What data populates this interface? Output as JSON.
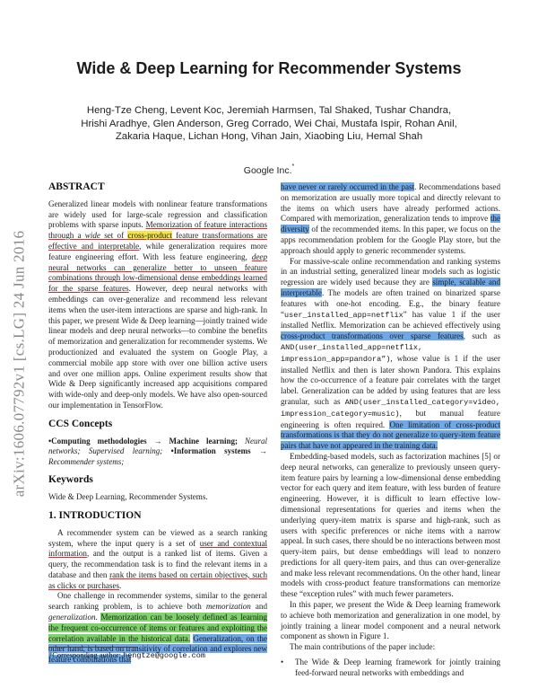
{
  "arxiv_stamp": "arXiv:1606.07792v1 [cs.LG] 24 Jun 2016",
  "title": "Wide & Deep Learning for Recommender Systems",
  "authors": {
    "line1": "Heng-Tze Cheng, Levent Koc, Jeremiah Harmsen, Tal Shaked, Tushar Chandra,",
    "line2": "Hrishi Aradhye, Glen Anderson, Greg Corrado, Wei Chai, Mustafa Ispir, Rohan Anil,",
    "line3": "Zakaria Haque, Lichan Hong, Vihan Jain, Xiaobing Liu, Hemal Shah"
  },
  "affiliation": "Google Inc.",
  "affiliation_mark": "*",
  "abstract": {
    "heading": "ABSTRACT",
    "p1": "Generalized linear models with nonlinear feature transformations are widely used for large-scale regression and classification problems with sparse inputs. ",
    "u1a": "Memorization of feature interactions through a ",
    "u1b": "wide",
    "u1c": " set of ",
    "u1d": "cross-product",
    "u1e": " feature transformations are effective and interpretable",
    "p2": ", while generalization requires more feature engineering effort. With less feature engineering, ",
    "u2a": "deep",
    "u2b": " neural networks can generalize better to unseen feature combinations through low-dimensional dense embeddings learned for the sparse features",
    "p3": ". However, deep neural networks with embeddings can over-generalize and recommend less relevant items when the user-item interactions are sparse and high-rank. In this paper, we present Wide & Deep learning—jointly trained wide linear models and deep neural networks—to combine the benefits of memorization and generalization for recommender systems. We productionized and evaluated the system on Google Play, a commercial mobile app store with over one billion active users and over one million apps. Online experiment results show that Wide & Deep significantly increased app acquisitions compared with wide-only and deep-only models. We have also open-sourced our implementation in TensorFlow."
  },
  "ccs": {
    "heading": "CCS Concepts",
    "bullet1_bold": "•Computing methodologies → Machine learning;",
    "bullet1_italic": " Neural networks; Supervised learning;",
    "bullet2_bold": " •Information systems",
    "bullet2_italic": "→ Recommender systems;"
  },
  "keywords": {
    "heading": "Keywords",
    "text": "Wide & Deep Learning, Recommender Systems."
  },
  "intro": {
    "heading": "1.   INTRODUCTION",
    "p1a": "A recommender system can be viewed as a search ranking system, where the input query is a set of ",
    "p1u": "user and contextual information",
    "p1b": ", and the output is a ranked list of items. Given a query, the recommendation task is to find the relevant items in a database and then ",
    "p1u2": "rank the items based on certain objectives, such as clicks or purchases",
    "p1c": ".",
    "p2a": "One challenge in recommender systems, similar to the general search ranking problem, is to achieve both ",
    "p2i1": "memorization",
    "p2b": " and ",
    "p2i2": "generalization",
    "p2c": ". ",
    "p2g": "Memorization can be loosely defined as learning the frequent co-occurrence of items or features and exploiting the correlation available in the historical data.",
    "p2d": " ",
    "p2h": "Generalization, on the other hand, is based on transitivity of correlation and explores new feature combinations that"
  },
  "footnote": {
    "label": "*Corresponding author: ",
    "email": "hengtze@google.com"
  },
  "right": {
    "top_hl": "have never or rarely occurred in the past",
    "top_rest": ". Recommendations based on memorization are usually more topical and directly relevant to the items on which users have already performed actions. Compared with memorization, generalization tends to improve ",
    "top_hl2": "the diversity",
    "top_rest2": " of the recommended items. In this paper, we focus on the apps recommendation problem for the Google Play store, but the approach should apply to generic recommender systems.",
    "p2a": "For massive-scale online recommendation and ranking systems in an industrial setting, generalized linear models such as logistic regression are widely used because they are ",
    "p2h": "simple, scalable and interpretable",
    "p2b": ". The models are often trained on binarized sparse features with one-hot encoding. E.g., the binary feature “",
    "p2m1": "user_installed_app=netflix",
    "p2c": "” has value 1 if the user installed Netflix. Memorization can be achieved effectively using ",
    "p2h2": "cross-product transformations over sparse features",
    "p2d": ", such as ",
    "p2m2": "AND(user_installed_app=netflix, impression_app=pandora”)",
    "p2e": ", whose value is 1 if the user installed Netflix and then is later shown Pandora. This explains how the co-occurrence of a feature pair correlates with the target label. Generalization can be added by using features that are less granular, such as ",
    "p2m3": "AND(user_installed_category=video, impression_category=music)",
    "p2f": ", but manual feature engineering is often required. ",
    "p2h3": "One limitation of cross-product transformations is that they do not generalize to query-item feature pairs that have not appeared in the training data.",
    "p3": "Embedding-based models, such as factorization machines [5] or deep neural networks, can generalize to previously unseen query-item feature pairs by learning a low-dimensional dense embedding vector for each query and item feature, with less burden of feature engineering. However, it is difficult to learn effective low-dimensional representations for queries and items when the underlying query-item matrix is sparse and high-rank, such as users with specific preferences or niche items with a narrow appeal. In such cases, there should be no interactions between most query-item pairs, but dense embeddings will lead to nonzero predictions for all query-item pairs, and thus can over-generalize and make less relevant recommendations. On the other hand, linear models with cross-product feature transformations can memorize these “exception rules” with much fewer parameters.",
    "p4": "In this paper, we present the Wide & Deep learning framework to achieve both memorization and generalization in one model, by jointly training a linear model component and a neural network component as shown in Figure 1.",
    "p5": "The main contributions of the paper include:",
    "bullet_dot": "•",
    "bullet": "The Wide & Deep learning framework for jointly training feed-forward neural networks with embeddings and"
  }
}
